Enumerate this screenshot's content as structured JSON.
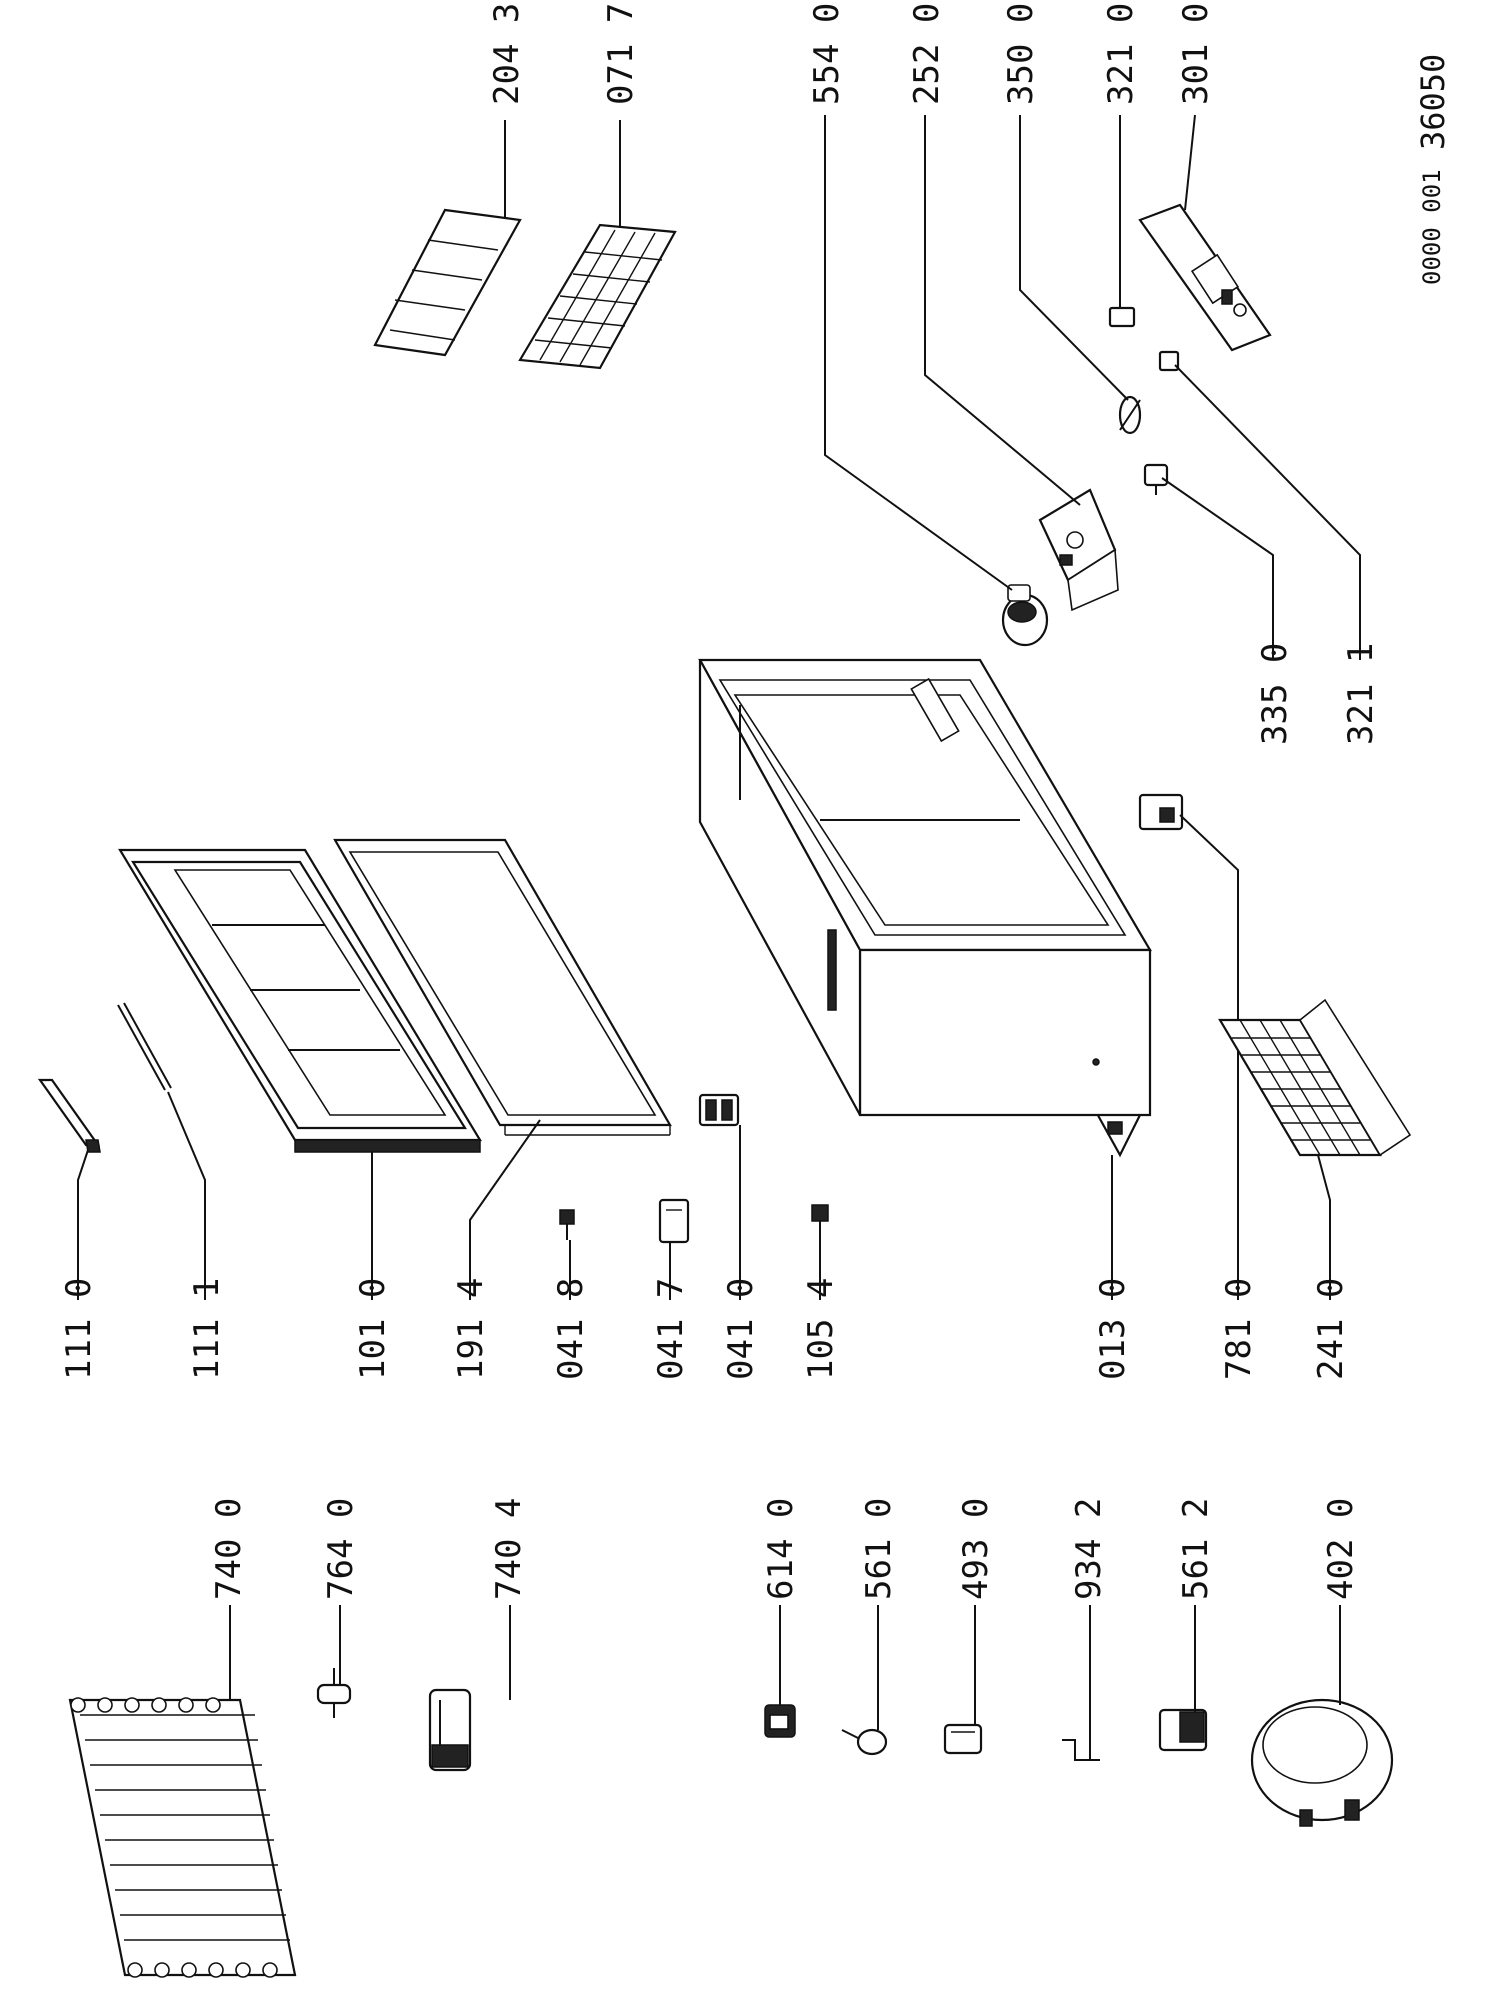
{
  "diagram": {
    "doc_number": "36050",
    "doc_code": "0000 001",
    "labels": {
      "p740_0": "740 0",
      "p764_0": "764 0",
      "p740_4": "740 4",
      "p614_0": "614 0",
      "p561_0": "561 0",
      "p493_0": "493 0",
      "p934_2": "934 2",
      "p561_2": "561 2",
      "p402_0": "402 0",
      "p111_0": "111 0",
      "p111_1": "111 1",
      "p101_0": "101 0",
      "p191_4": "191 4",
      "p041_8": "041 8",
      "p041_7": "041 7",
      "p041_0": "041 0",
      "p105_4": "105 4",
      "p013_0": "013 0",
      "p781_0": "781 0",
      "p241_0": "241 0",
      "p554_0": "554 0",
      "p252_0": "252 0",
      "p350_0": "350 0",
      "p321_0": "321 0",
      "p301_0": "301 0",
      "p335_0": "335 0",
      "p321_1": "321 1",
      "p204_3": "204 3",
      "p071_7": "071 7"
    }
  }
}
